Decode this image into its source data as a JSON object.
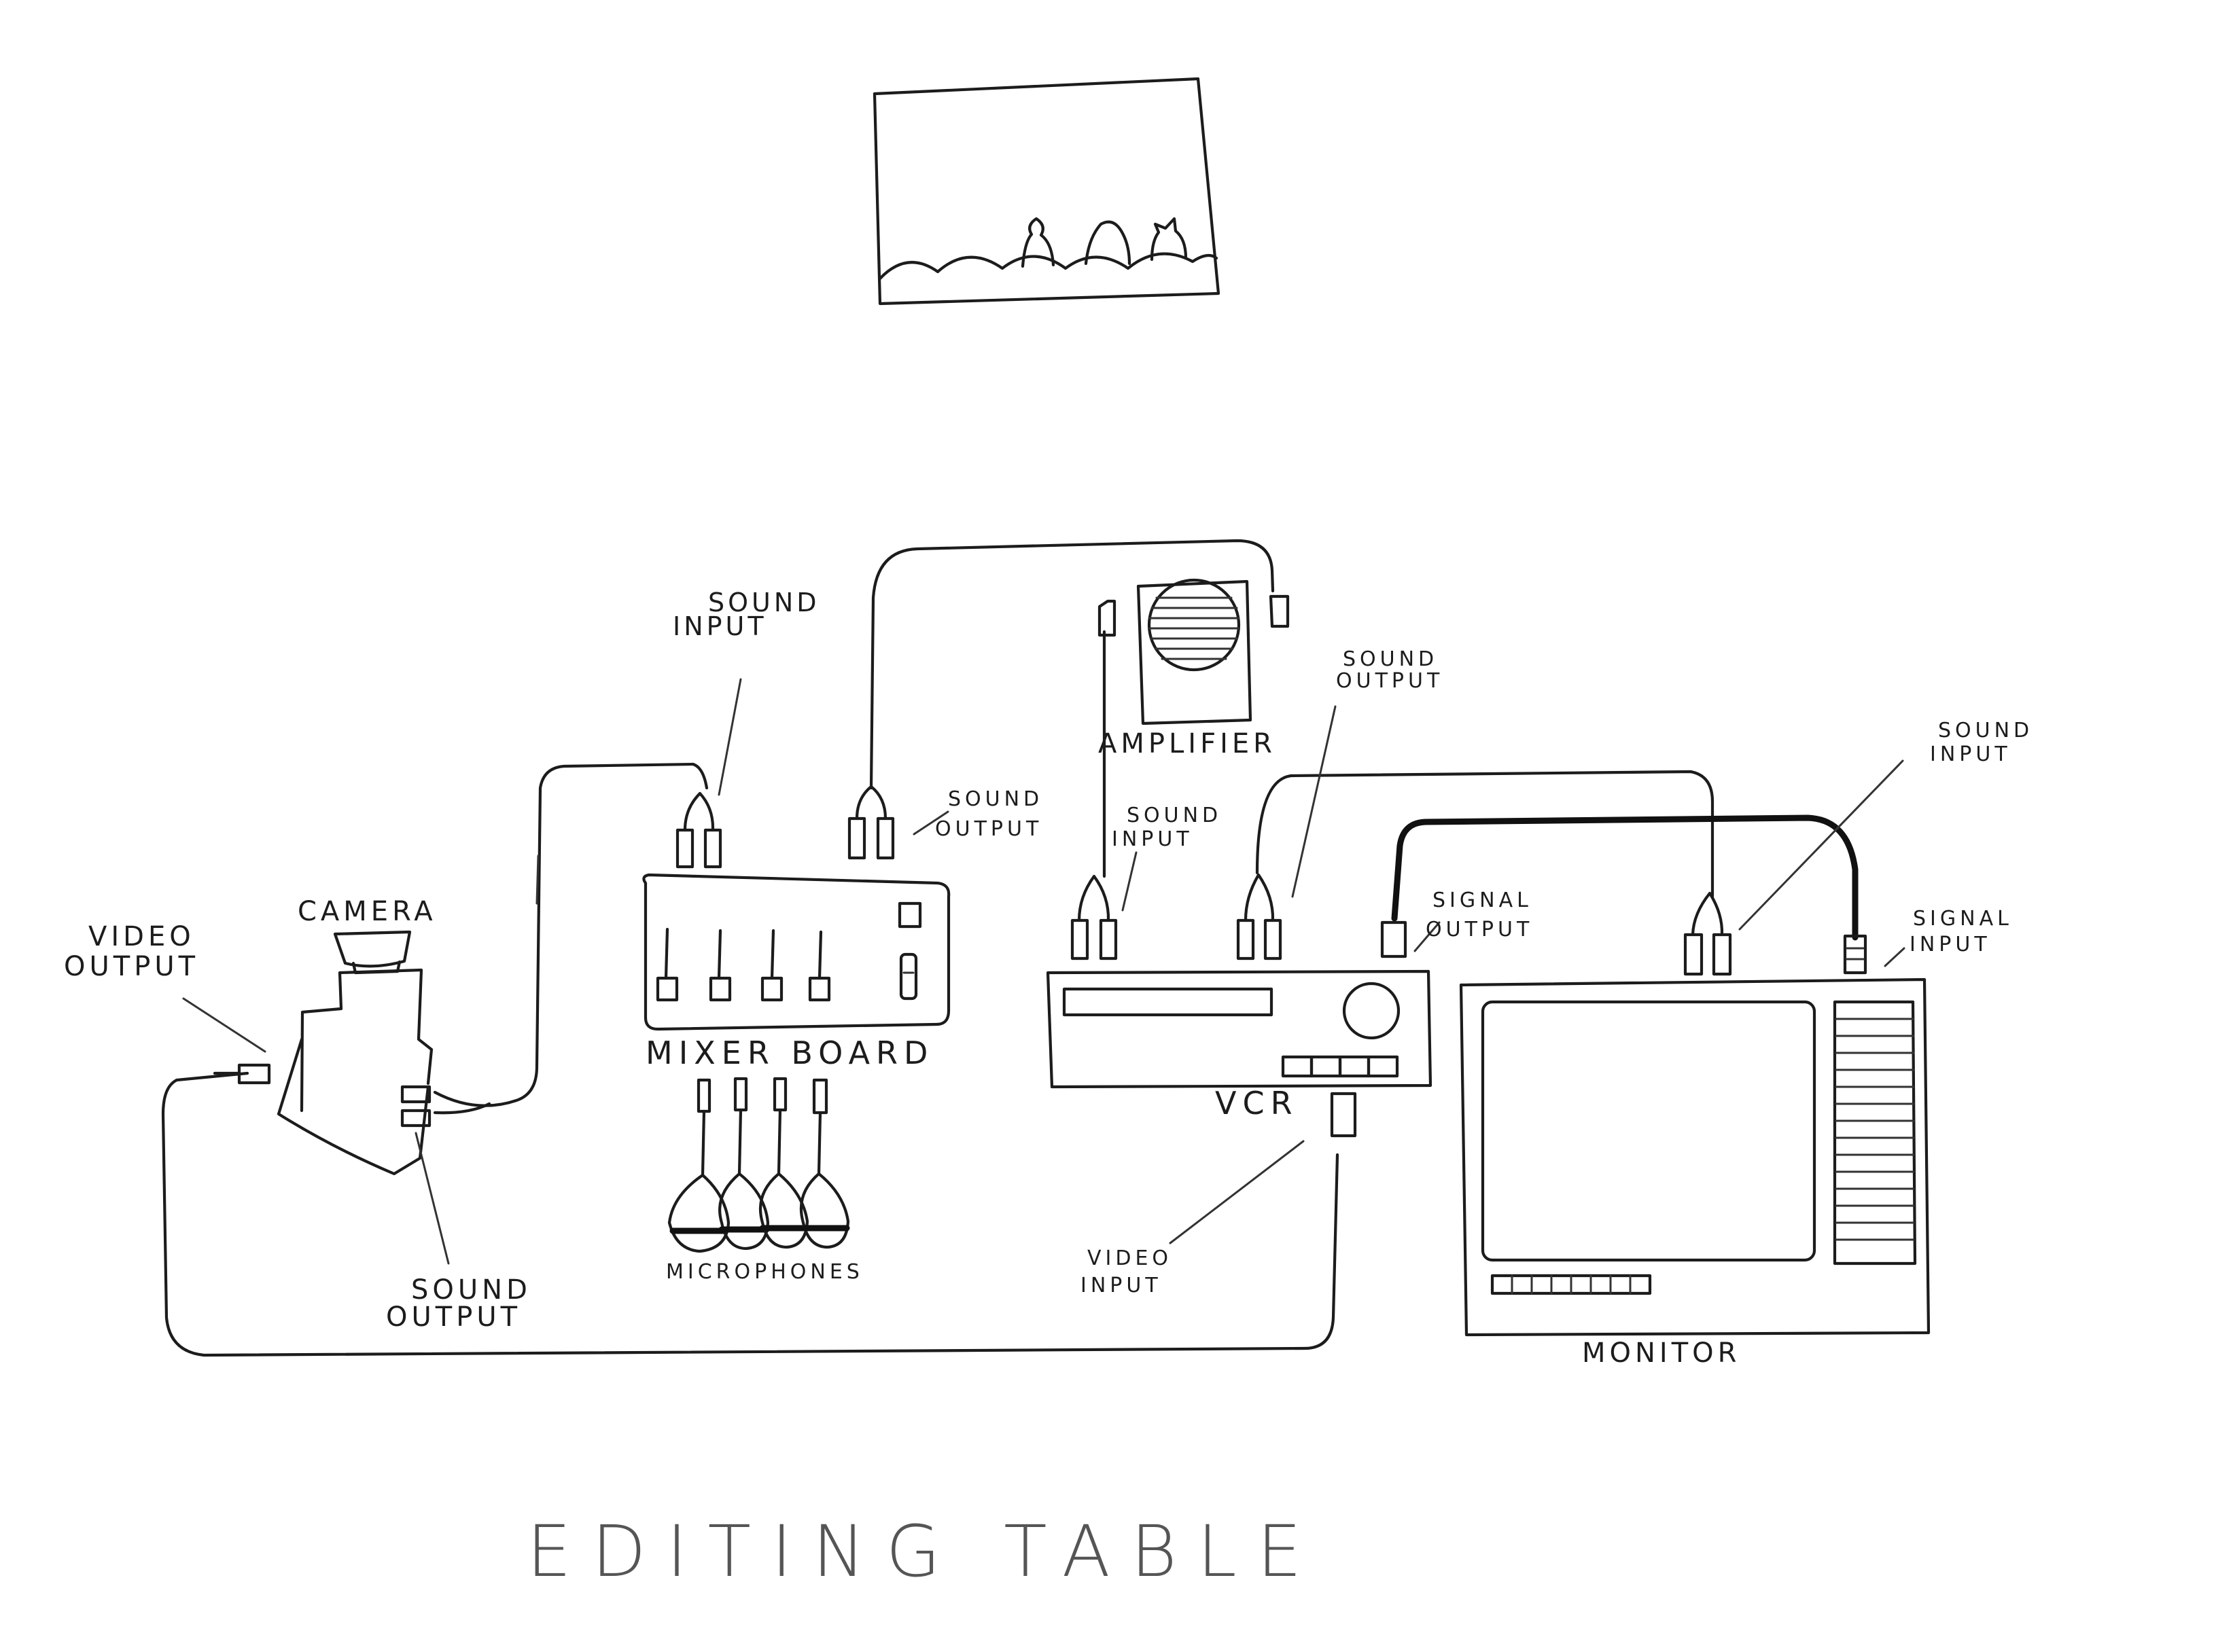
{
  "labels": {
    "title": "EDITING TABLE",
    "camera": "CAMERA",
    "camera_video_output_1": "VIDEO",
    "camera_video_output_2": "OUTPUT",
    "camera_sound_output_1": "SOUND",
    "camera_sound_output_2": "OUTPUT",
    "mixer_board": "MIXER BOARD",
    "mixer_sound_input_1": "SOUND",
    "mixer_sound_input_2": "INPUT",
    "mixer_sound_output_1": "SOUND",
    "mixer_sound_output_2": "OUTPUT",
    "microphones": "MICROPHONES",
    "amplifier": "AMPLIFIER",
    "vcr": "VCR",
    "vcr_sound_input_1": "SOUND",
    "vcr_sound_input_2": "INPUT",
    "vcr_sound_output_1": "SOUND",
    "vcr_sound_output_2": "OUTPUT",
    "vcr_signal_output_1": "SIGNAL",
    "vcr_signal_output_2": "OUTPUT",
    "vcr_video_input_1": "VIDEO",
    "vcr_video_input_2": "INPUT",
    "monitor": "MONITOR",
    "monitor_sound_input_1": "SOUND",
    "monitor_sound_input_2": "INPUT",
    "monitor_signal_input_1": "SIGNAL",
    "monitor_signal_input_2": "INPUT"
  }
}
